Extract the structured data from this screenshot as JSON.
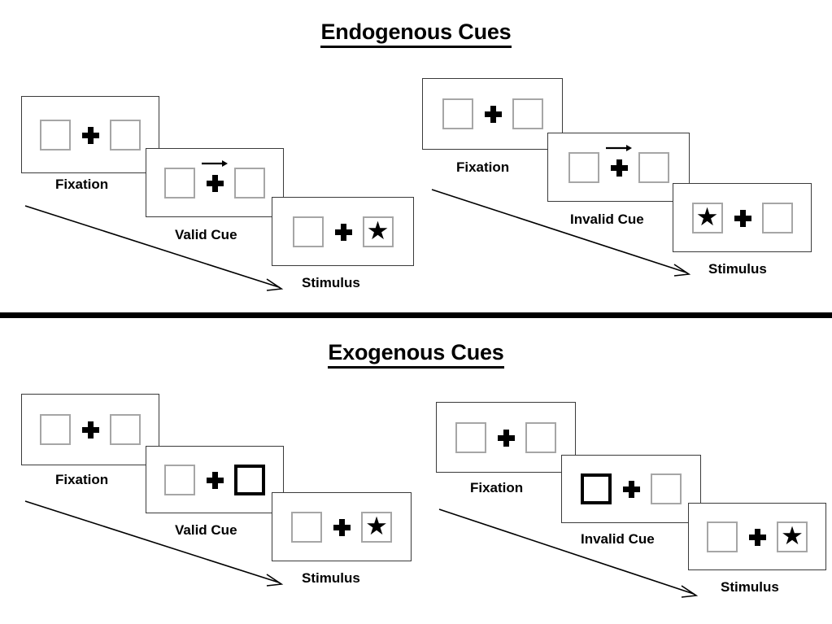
{
  "sections": [
    {
      "title": "Endogenous Cues",
      "sequences": [
        {
          "name": "endogenous-valid",
          "panels": [
            {
              "caption": "Fixation",
              "cue_type": "none",
              "left": "empty",
              "right": "empty"
            },
            {
              "caption": "Valid Cue",
              "cue_type": "arrow-right",
              "left": "empty",
              "right": "empty"
            },
            {
              "caption": "Stimulus",
              "cue_type": "none",
              "left": "empty",
              "right": "star"
            }
          ]
        },
        {
          "name": "endogenous-invalid",
          "panels": [
            {
              "caption": "Fixation",
              "cue_type": "none",
              "left": "empty",
              "right": "empty"
            },
            {
              "caption": "Invalid Cue",
              "cue_type": "arrow-right",
              "left": "empty",
              "right": "empty"
            },
            {
              "caption": "Stimulus",
              "cue_type": "none",
              "left": "star",
              "right": "empty"
            }
          ]
        }
      ]
    },
    {
      "title": "Exogenous Cues",
      "sequences": [
        {
          "name": "exogenous-valid",
          "panels": [
            {
              "caption": "Fixation",
              "cue_type": "none",
              "left": "empty",
              "right": "empty"
            },
            {
              "caption": "Valid Cue",
              "cue_type": "box-flash-right",
              "left": "empty",
              "right": "cued"
            },
            {
              "caption": "Stimulus",
              "cue_type": "none",
              "left": "empty",
              "right": "star"
            }
          ]
        },
        {
          "name": "exogenous-invalid",
          "panels": [
            {
              "caption": "Fixation",
              "cue_type": "none",
              "left": "empty",
              "right": "empty"
            },
            {
              "caption": "Invalid Cue",
              "cue_type": "box-flash-left",
              "left": "cued",
              "right": "empty"
            },
            {
              "caption": "Stimulus",
              "cue_type": "none",
              "left": "empty",
              "right": "star"
            }
          ]
        }
      ]
    }
  ],
  "glyphs": {
    "star": "★",
    "plus": "plus-icon",
    "arrow": "arrow-right-icon",
    "time_arrow": "time-arrow-icon"
  },
  "colors": {
    "ink": "#000000",
    "panel_border": "#3a3a3a",
    "square_border": "#a6a6a6",
    "cued_square_border": "#000000",
    "background": "#ffffff",
    "divider": "#000000"
  }
}
